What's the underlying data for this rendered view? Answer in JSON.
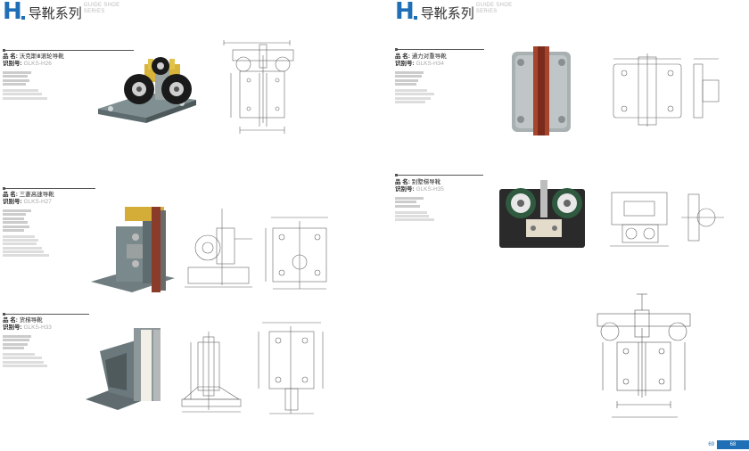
{
  "header_left": {
    "letter": "H",
    "title": "导靴系列",
    "en": [
      "GUIDE SHOE",
      "SERIES"
    ]
  },
  "header_right": {
    "letter": "H",
    "title": "导靴系列",
    "en": [
      "GUIDE SHOE",
      "SERIES"
    ]
  },
  "products": [
    {
      "id": "p26",
      "name_label": "品 名:",
      "name": "沃克斯Ⅲ滚轮导靴",
      "code_label": "识别号:",
      "code": "GLKS-H26"
    },
    {
      "id": "p27",
      "name_label": "品 名:",
      "name": "三菱高速导靴",
      "code_label": "识别号:",
      "code": "GLKS-H27"
    },
    {
      "id": "p33",
      "name_label": "品 名:",
      "name": "货梯导靴",
      "code_label": "识别号:",
      "code": "GLKS-H33"
    },
    {
      "id": "p34",
      "name_label": "品 名:",
      "name": "通力对重导靴",
      "code_label": "识别号:",
      "code": "GLKS-H34"
    },
    {
      "id": "p35",
      "name_label": "品 名:",
      "name": "别墅梯导靴",
      "code_label": "识别号:",
      "code": "GLKS-H35"
    }
  ],
  "page_number": {
    "left": "69",
    "right": "68"
  }
}
